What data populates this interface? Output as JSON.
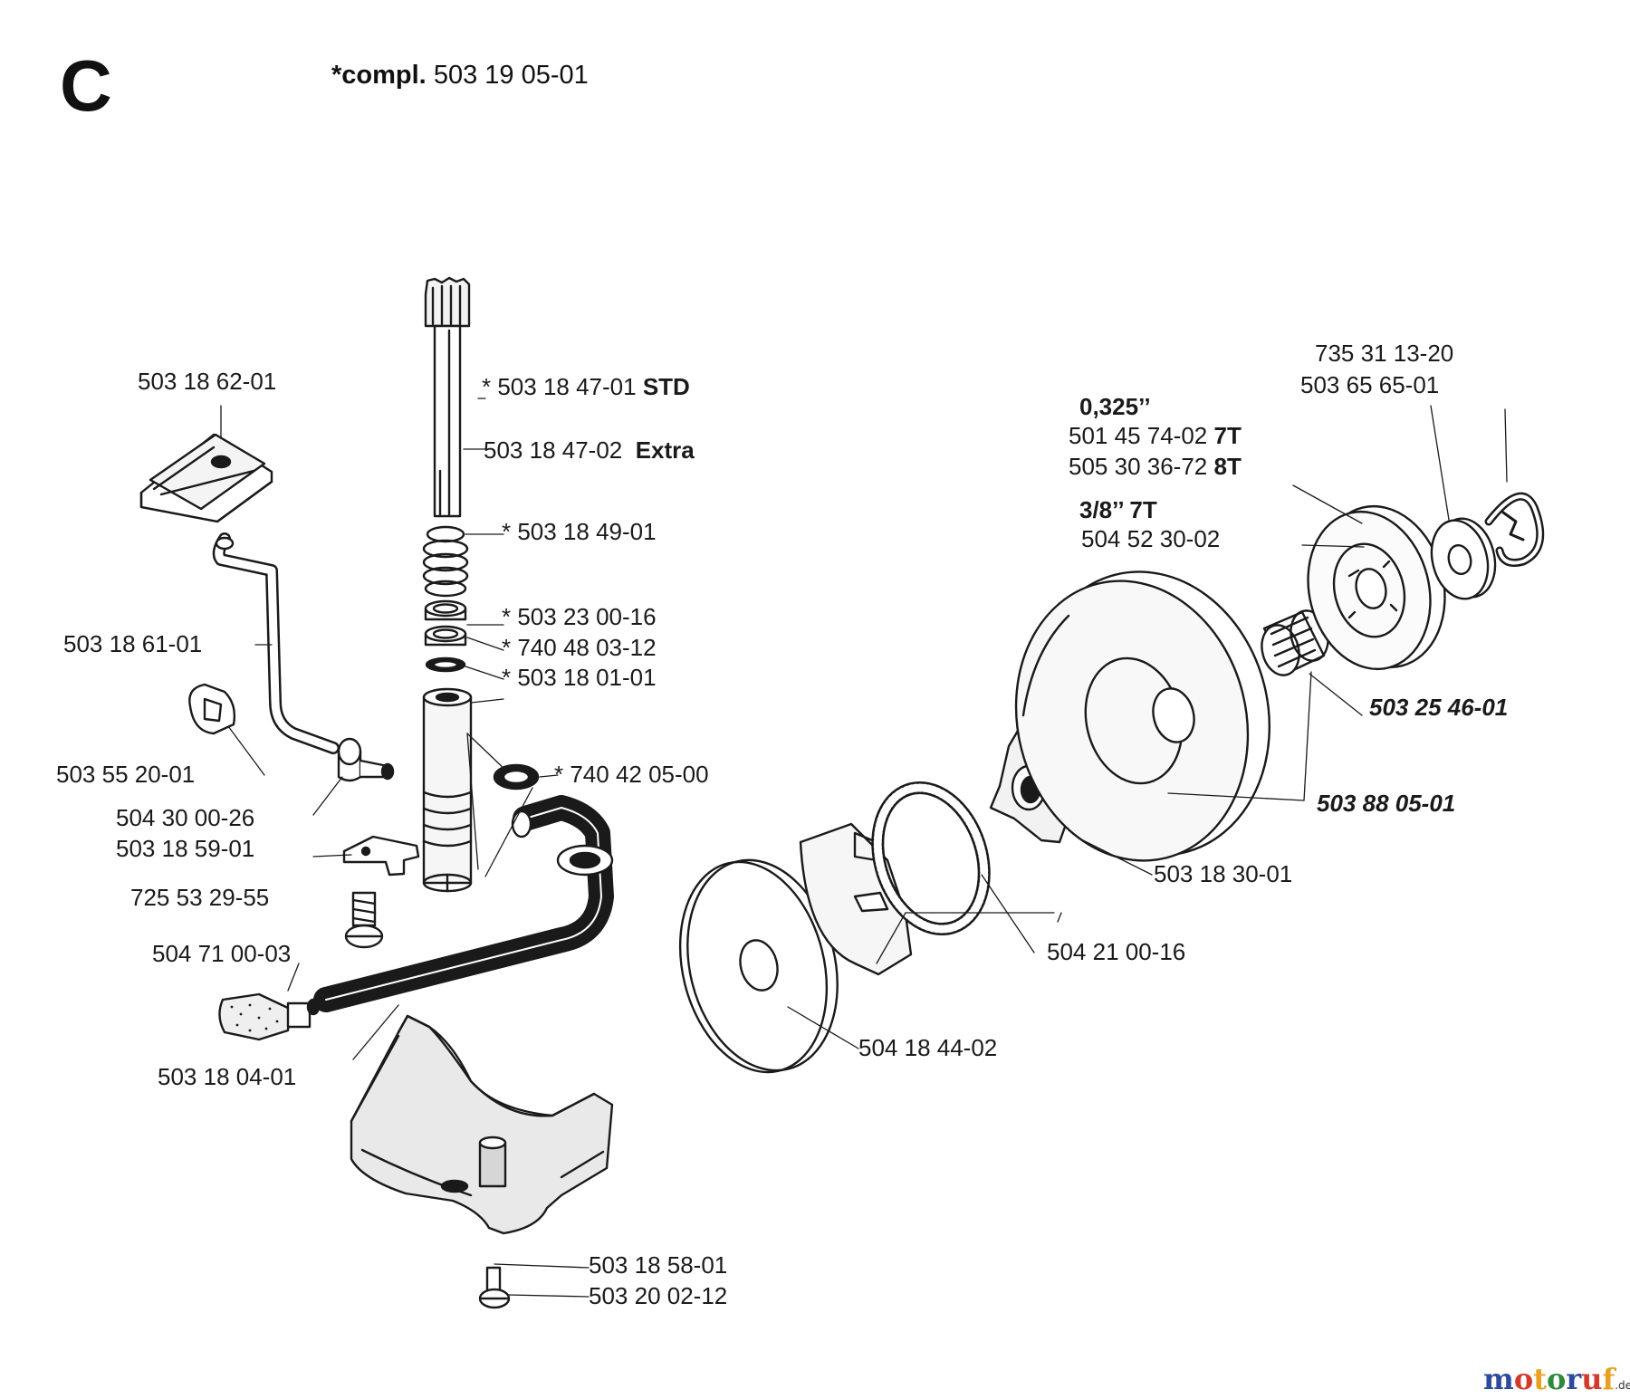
{
  "section_letter": "C",
  "compl": {
    "prefix": "*compl.",
    "part": "503 19 05-01"
  },
  "labels": {
    "l_503186201": "503 18 62-01",
    "l_503184701_star": "* 503 18 47-01",
    "l_std": "STD",
    "l_503184702": "503 18 47-02",
    "l_extra": "Extra",
    "l_503184901": "* 503 18 49-01",
    "l_503186101": "503 18 61-01",
    "l_503230016": "* 503 23 00-16",
    "l_740480312": "* 740 48 03-12",
    "l_503180101": "* 503 18 01-01",
    "l_503552001": "503 55 20-01",
    "l_740420500": "* 740 42 05-00",
    "l_504300026": "504 30 00-26",
    "l_503185901": "503 18 59-01",
    "l_725532955": "725 53 29-55",
    "l_504710003": "504 71 00-03",
    "l_503180401": "503 18 04-01",
    "l_503185801": "503 18 58-01",
    "l_503200212": "503 20 02-12",
    "l_735311320": "735 31 13-20",
    "l_503656501": "503 65 65-01",
    "l_0325": "0,325’’",
    "l_501457402": "501 45 74-02",
    "l_7t_a": "7T",
    "l_505303672": "505 30 36-72",
    "l_8t": "8T",
    "l_38_7t": "3/8’’ 7T",
    "l_504523002": "504 52 30-02",
    "l_503254601": "503 25 46-01",
    "l_503880501": "503 88 05-01",
    "l_503183001": "503 18 30-01",
    "l_504210016": "504 21 00-16",
    "l_504184402": "504 18 44-02"
  },
  "watermark": {
    "letters": [
      "m",
      "o",
      "t",
      "o",
      "r",
      "u",
      "f"
    ],
    "colors": [
      "#2e4a9e",
      "#d23a2a",
      "#e8a020",
      "#2e8a3a",
      "#2e4a9e",
      "#d23a2a",
      "#e8a020"
    ],
    "suffix": ".de"
  },
  "colors": {
    "ink": "#1a1a1a",
    "paper": "#ffffff"
  }
}
